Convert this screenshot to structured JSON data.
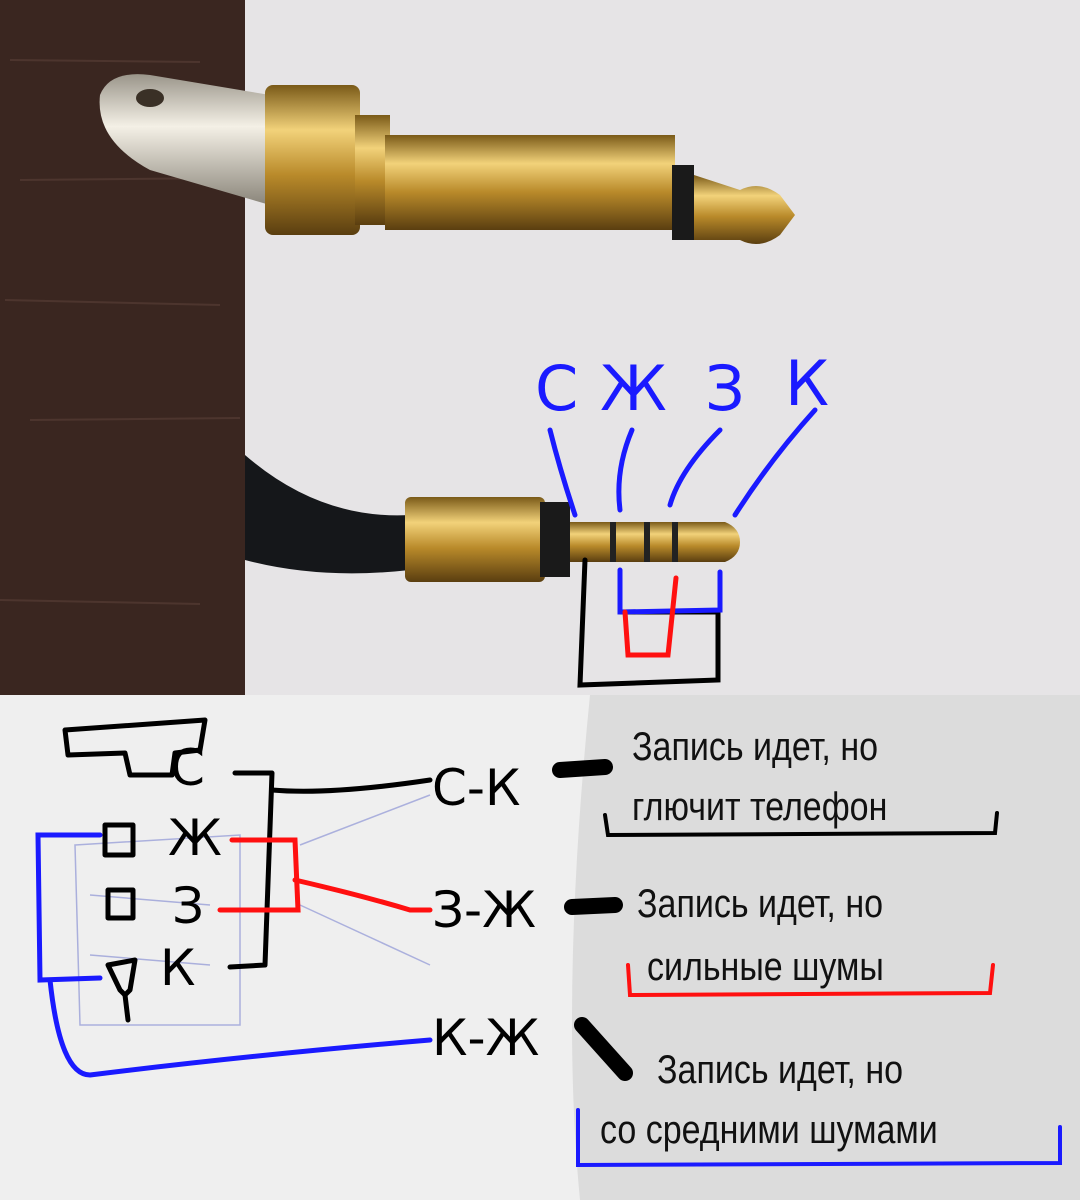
{
  "photo": {
    "contact_labels": [
      "С",
      "Ж",
      "З",
      "К"
    ],
    "colors": {
      "wood": "#3a2620",
      "gold": "#c9a03a",
      "cable": "#15171a",
      "blue_ink": "#1a1aff",
      "red_ink": "#ff1010",
      "black_ink": "#000000"
    }
  },
  "diagram": {
    "pins": [
      "С",
      "Ж",
      "З",
      "К"
    ],
    "combos": [
      {
        "label": "С-К",
        "line1": "Запись идет, но",
        "line2": "глючит телефон",
        "underline_color": "#000000"
      },
      {
        "label": "З-Ж",
        "line1": "Запись идет, но",
        "line2": "сильные шумы",
        "underline_color": "#ff1010"
      },
      {
        "label": "К-Ж",
        "line1": "Запись идет, но",
        "line2": "со средними шумами",
        "underline_color": "#1a1aff"
      }
    ]
  }
}
